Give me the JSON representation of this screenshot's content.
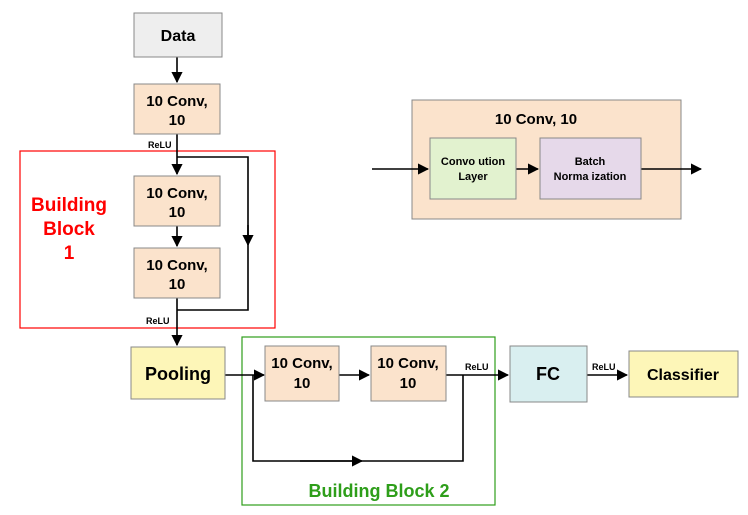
{
  "colors": {
    "data_fill": "#eeeeee",
    "conv_fill": "#fbe3cc",
    "pool_fill": "#fdf6b8",
    "fc_fill": "#d9eff0",
    "classifier_fill": "#fdf6b8",
    "conv_layer_fill": "#e2f2cf",
    "batch_norm_fill": "#e6d9ea",
    "block1_border": "#ff0000",
    "block2_border": "#2e9e1a"
  },
  "nodes": {
    "data": "Data",
    "conv_main_line1": "10 Conv,",
    "conv_main_line2": "10",
    "conv_b1a_line1": "10 Conv,",
    "conv_b1a_line2": "10",
    "conv_b1b_line1": "10 Conv,",
    "conv_b1b_line2": "10",
    "pooling": "Pooling",
    "conv_b2a_line1": "10 Conv,",
    "conv_b2a_line2": "10",
    "conv_b2b_line1": "10 Conv,",
    "conv_b2b_line2": "10",
    "fc": "FC",
    "classifier": "Classifier"
  },
  "relu_labels": {
    "after_first_conv": "ReLU",
    "after_block1": "ReLU",
    "after_block2": "ReLU",
    "after_fc": "ReLU"
  },
  "groups": {
    "block1_line1": "Building",
    "block1_line2": "Block",
    "block1_line3": "1",
    "block2": "Building Block 2"
  },
  "detail": {
    "title": "10 Conv,  10",
    "conv_layer_line1": "Convo ution",
    "conv_layer_line2": "Layer",
    "batch_norm_line1": "Batch",
    "batch_norm_line2": "Norma ization"
  }
}
